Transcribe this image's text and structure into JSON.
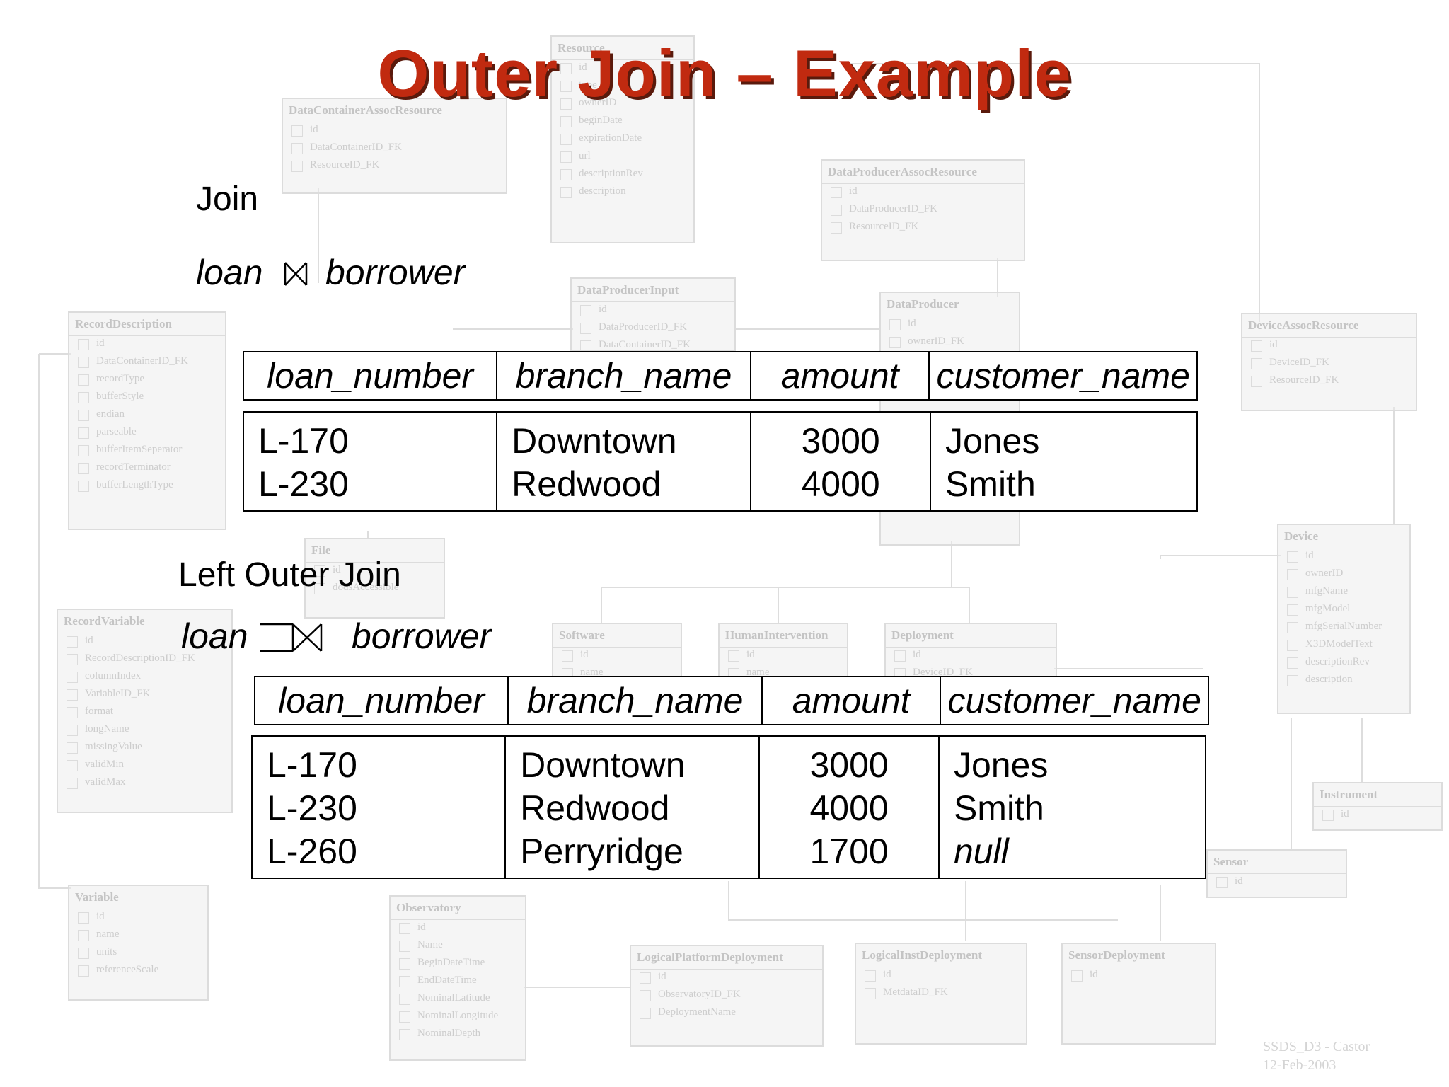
{
  "title": "Outer Join – Example",
  "join_section": {
    "label": "Join",
    "expr_left": "loan",
    "expr_right": "borrower",
    "columns": [
      "loan_number",
      "branch_name",
      "amount",
      "customer_name"
    ],
    "rows": [
      {
        "loan_number": "L-170",
        "branch_name": "Downtown",
        "amount": "3000",
        "customer_name": "Jones"
      },
      {
        "loan_number": "L-230",
        "branch_name": "Redwood",
        "amount": "4000",
        "customer_name": "Smith"
      }
    ]
  },
  "left_outer_section": {
    "label": "Left Outer Join",
    "expr_left": "loan",
    "expr_right": "borrower",
    "columns": [
      "loan_number",
      "branch_name",
      "amount",
      "customer_name"
    ],
    "rows": [
      {
        "loan_number": "L-170",
        "branch_name": "Downtown",
        "amount": "3000",
        "customer_name": "Jones"
      },
      {
        "loan_number": "L-230",
        "branch_name": "Redwood",
        "amount": "4000",
        "customer_name": "Smith"
      },
      {
        "loan_number": "L-260",
        "branch_name": "Perryridge",
        "amount": "1700",
        "customer_name": "null"
      }
    ]
  },
  "background_diagram": {
    "watermark": [
      "SSDS_D3 - Castor",
      "12-Feb-2003"
    ],
    "entities": [
      {
        "title": "Resource",
        "fields": [
          "id",
          "type",
          "ownerID",
          "beginDate",
          "expirationDate",
          "url",
          "descriptionRev",
          "description"
        ]
      },
      {
        "title": "DataContainerAssocResource",
        "fields": [
          "id",
          "DataContainerID_FK",
          "ResourceID_FK"
        ]
      },
      {
        "title": "DataProducerAssocResource",
        "fields": [
          "id",
          "DataProducerID_FK",
          "ResourceID_FK"
        ]
      },
      {
        "title": "RecordDescription",
        "fields": [
          "id",
          "DataContainerID_FK",
          "recordType",
          "bufferStyle",
          "endian",
          "parseable",
          "bufferItemSeperator",
          "recordTerminator",
          "bufferLengthType"
        ]
      },
      {
        "title": "DataProducerInput",
        "fields": [
          "id",
          "DataProducerID_FK",
          "DataContainerID_FK"
        ]
      },
      {
        "title": "DataProducer",
        "fields": [
          "id",
          "ownerID_FK"
        ]
      },
      {
        "title": "DeviceAssocResource",
        "fields": [
          "id",
          "DeviceID_FK",
          "ResourceID_FK"
        ]
      },
      {
        "title": "RecordVariable",
        "fields": [
          "id",
          "RecordDescriptionID_FK",
          "columnIndex",
          "VariableID_FK",
          "format",
          "longName",
          "missingValue",
          "validMin",
          "validMax"
        ]
      },
      {
        "title": "Device",
        "fields": [
          "id",
          "ownerID",
          "mfgName",
          "mfgModel",
          "mfgSerialNumber",
          "X3DModelText",
          "descriptionRev",
          "description"
        ]
      },
      {
        "title": "File",
        "fields": [
          "id",
          "dodsAccessible"
        ]
      },
      {
        "title": "Software",
        "fields": [
          "id",
          "name"
        ]
      },
      {
        "title": "HumanIntervention",
        "fields": [
          "id",
          "name"
        ]
      },
      {
        "title": "Deployment",
        "fields": [
          "id",
          "DeviceID_FK"
        ]
      },
      {
        "title": "Instrument",
        "fields": [
          "id"
        ]
      },
      {
        "title": "Sensor",
        "fields": [
          "id"
        ]
      },
      {
        "title": "Variable",
        "fields": [
          "id",
          "name",
          "units",
          "referenceScale"
        ]
      },
      {
        "title": "Observatory",
        "fields": [
          "id",
          "Name",
          "BeginDateTime",
          "EndDateTime",
          "NominalLatitude",
          "NominalLongitude",
          "NominalDepth"
        ]
      },
      {
        "title": "LogicalPlatformDeployment",
        "fields": [
          "id",
          "ObservatoryID_FK",
          "DeploymentName"
        ]
      },
      {
        "title": "LogicalInstDeployment",
        "fields": [
          "id",
          "MetdataID_FK"
        ]
      },
      {
        "title": "SensorDeployment",
        "fields": [
          "id"
        ]
      }
    ]
  }
}
